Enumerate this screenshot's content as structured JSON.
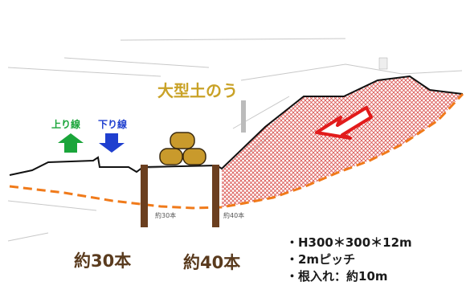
{
  "diagram": {
    "sandbag_label": "大型土のう",
    "up_line_label": "上り線",
    "down_line_label": "下り線",
    "pile_count_left": "約30本",
    "pile_count_right": "約40本",
    "pile_note_left": "約30本",
    "pile_note_right": "約40本",
    "specs": [
      "・H300＊300＊12m",
      "・2mピッチ",
      "・根入れ：約10m"
    ],
    "colors": {
      "fill_hatch": "#d9534f",
      "slip_line": "#f07a1a",
      "arrow_outline": "#e21b1b",
      "up_arrow": "#1aa53a",
      "down_arrow": "#1f3fcf",
      "pile": "#6b3f1f",
      "sandbag": "#c99a2c"
    }
  }
}
